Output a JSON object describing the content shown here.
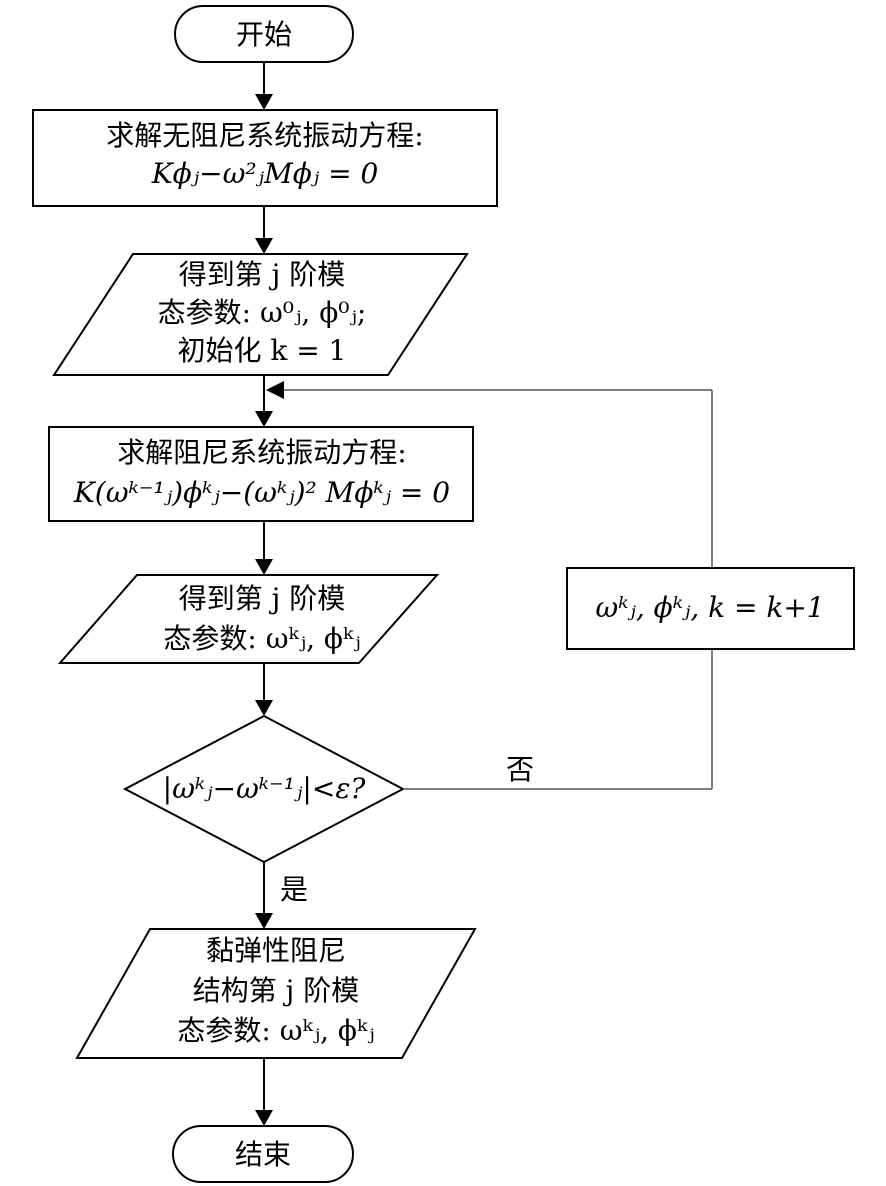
{
  "flowchart": {
    "start": "开始",
    "step1": {
      "line1": "求解无阻尼系统振动方程:",
      "line2": "Kϕⱼ−ω²ⱼMϕⱼ = 0"
    },
    "step2": {
      "line1": "得到第 j 阶模",
      "line2": "态参数: ω⁰ⱼ, ϕ⁰ⱼ;",
      "line3": "初始化 k = 1"
    },
    "step3": {
      "line1": "求解阻尼系统振动方程:",
      "line2": "K(ωᵏ⁻¹ⱼ)ϕᵏⱼ−(ωᵏⱼ)² Mϕᵏⱼ = 0"
    },
    "step4": {
      "line1": "得到第 j 阶模",
      "line2": "态参数: ωᵏⱼ, ϕᵏⱼ"
    },
    "decision": "|ωᵏⱼ−ωᵏ⁻¹ⱼ|<ε?",
    "no_label": "否",
    "yes_label": "是",
    "update": "ωᵏⱼ, ϕᵏⱼ, k = k+1",
    "step5": {
      "line1": "黏弹性阻尼",
      "line2": "结构第 j 阶模",
      "line3": "态参数: ωᵏⱼ, ϕᵏⱼ"
    },
    "end": "结束"
  }
}
